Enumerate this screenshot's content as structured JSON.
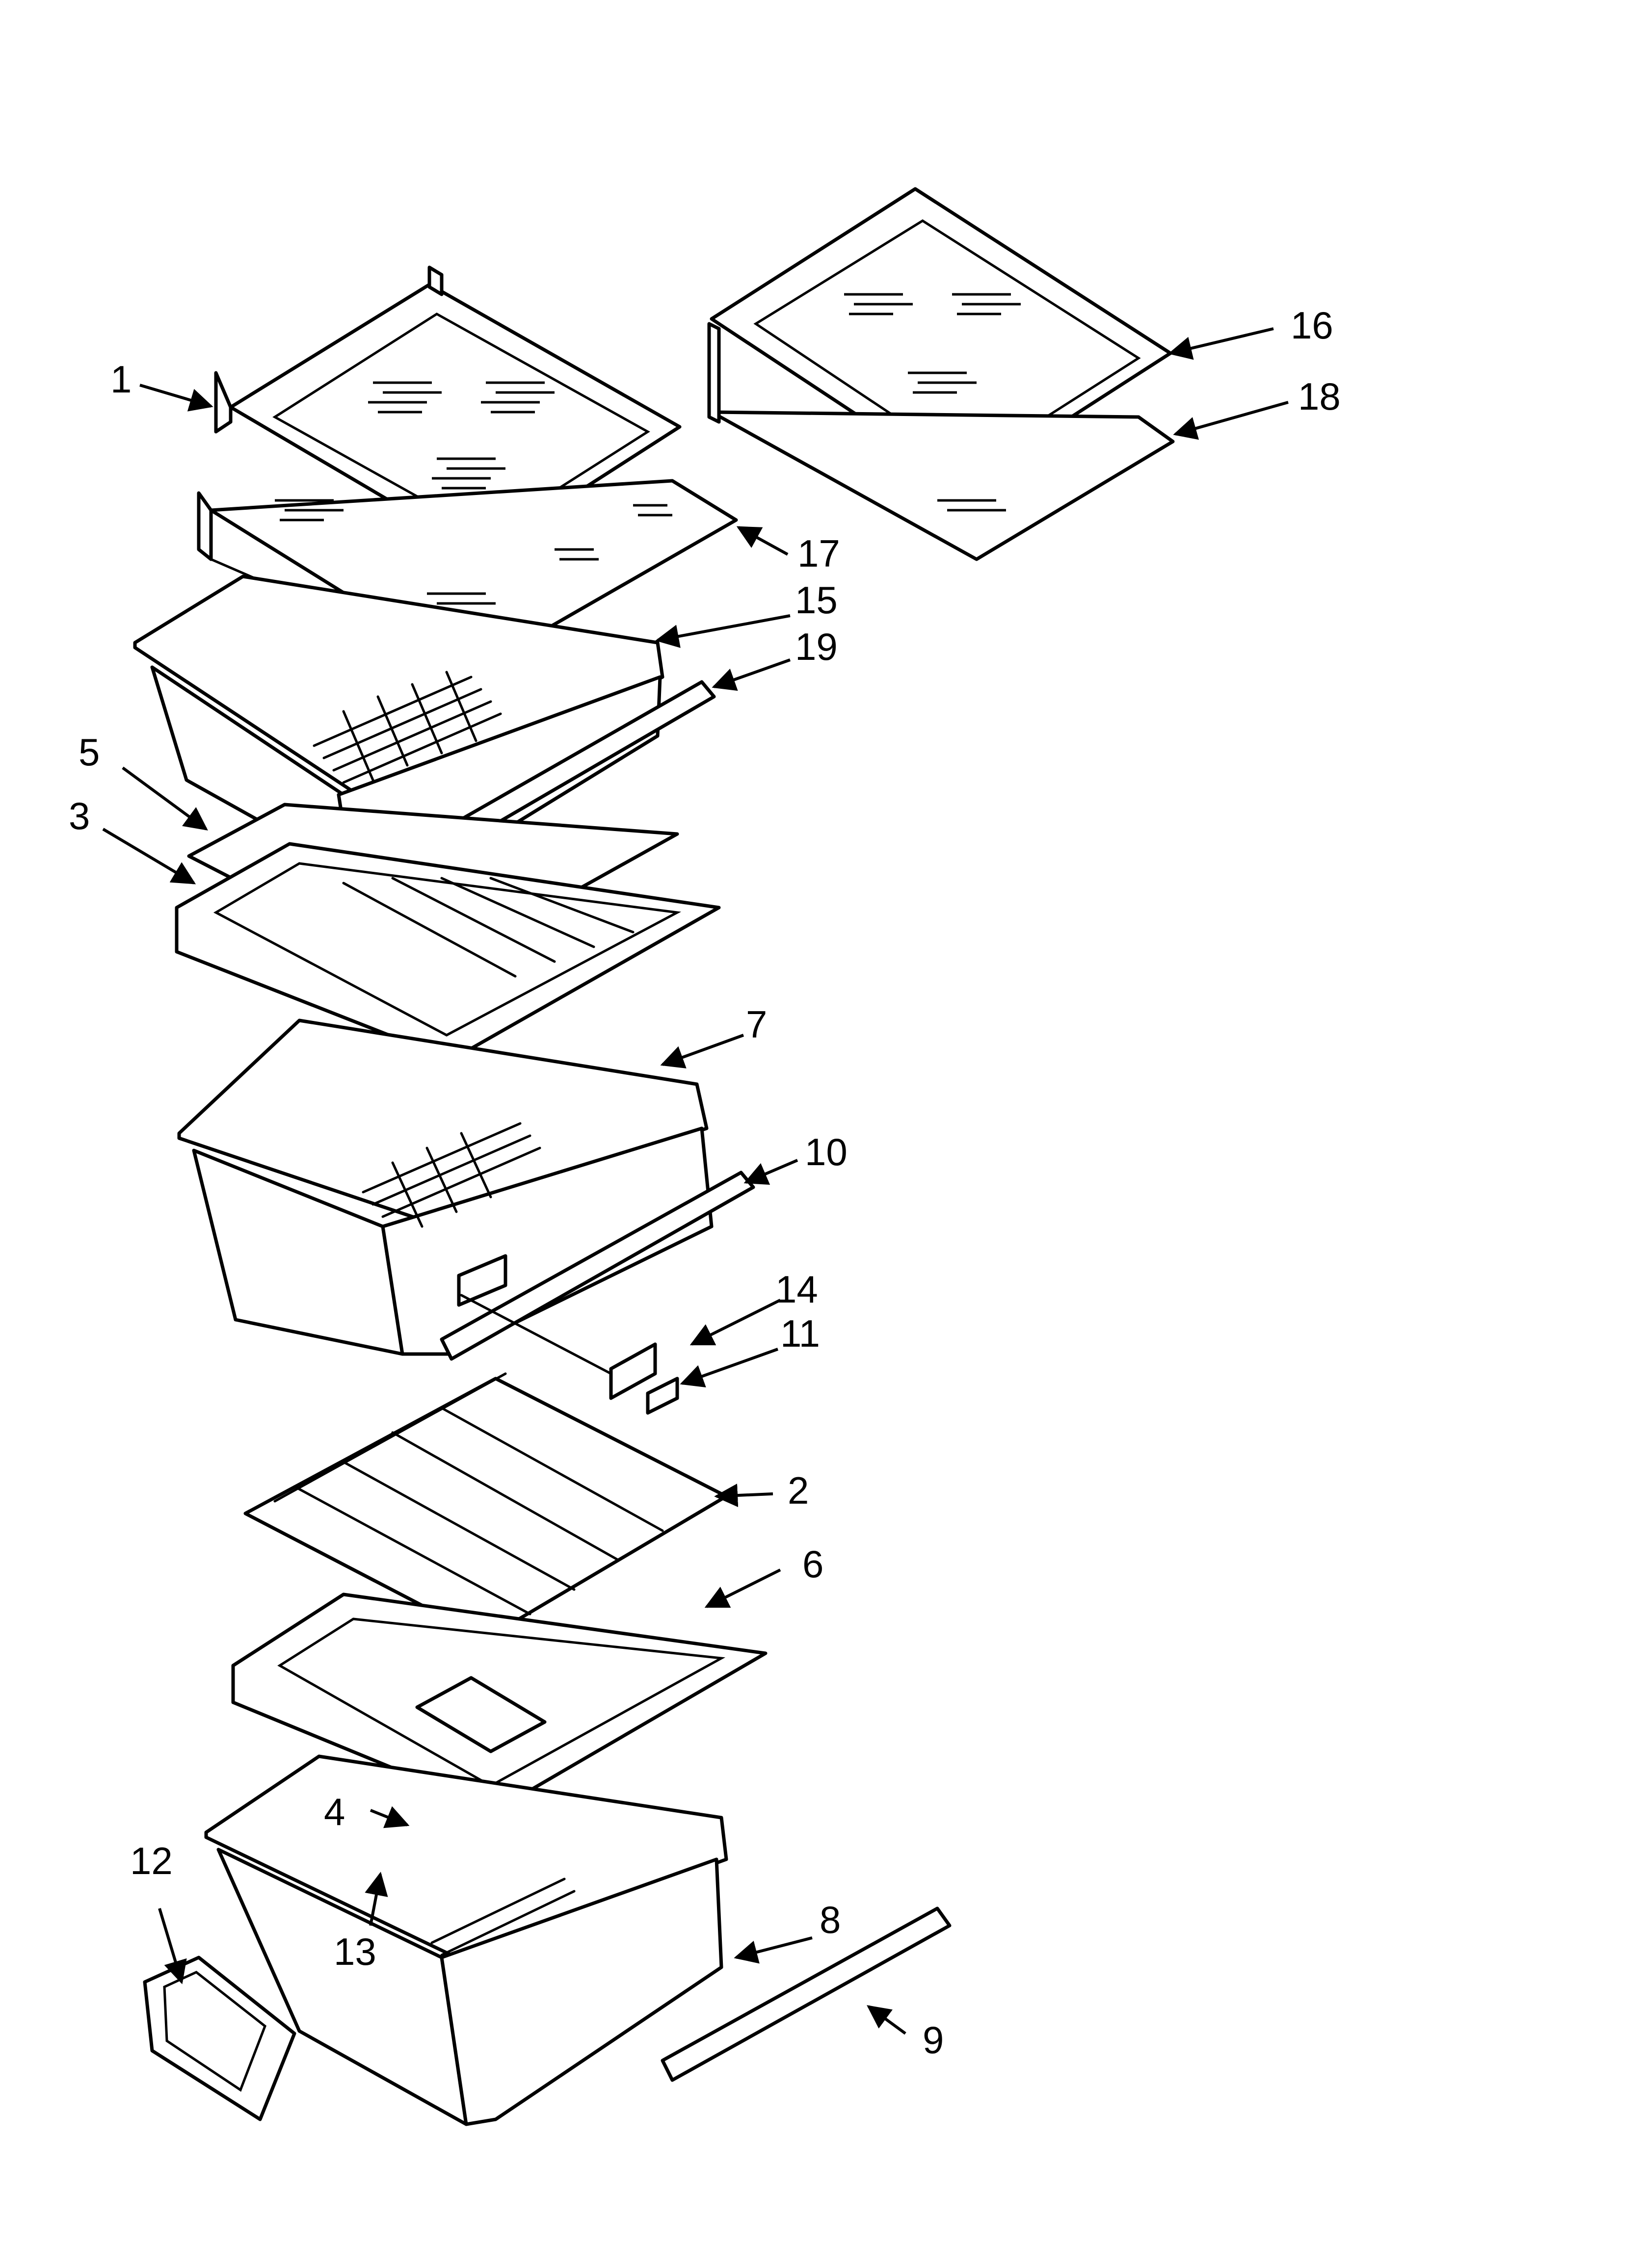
{
  "colors": {
    "line": "#000000",
    "background": "#ffffff"
  },
  "callouts": {
    "c1": "1",
    "c2": "2",
    "c3": "3",
    "c4": "4",
    "c5": "5",
    "c6": "6",
    "c7": "7",
    "c8": "8",
    "c9": "9",
    "c10": "10",
    "c11": "11",
    "c12": "12",
    "c13": "13",
    "c14": "14",
    "c15": "15",
    "c16": "16",
    "c17": "17",
    "c18": "18",
    "c19": "19"
  }
}
